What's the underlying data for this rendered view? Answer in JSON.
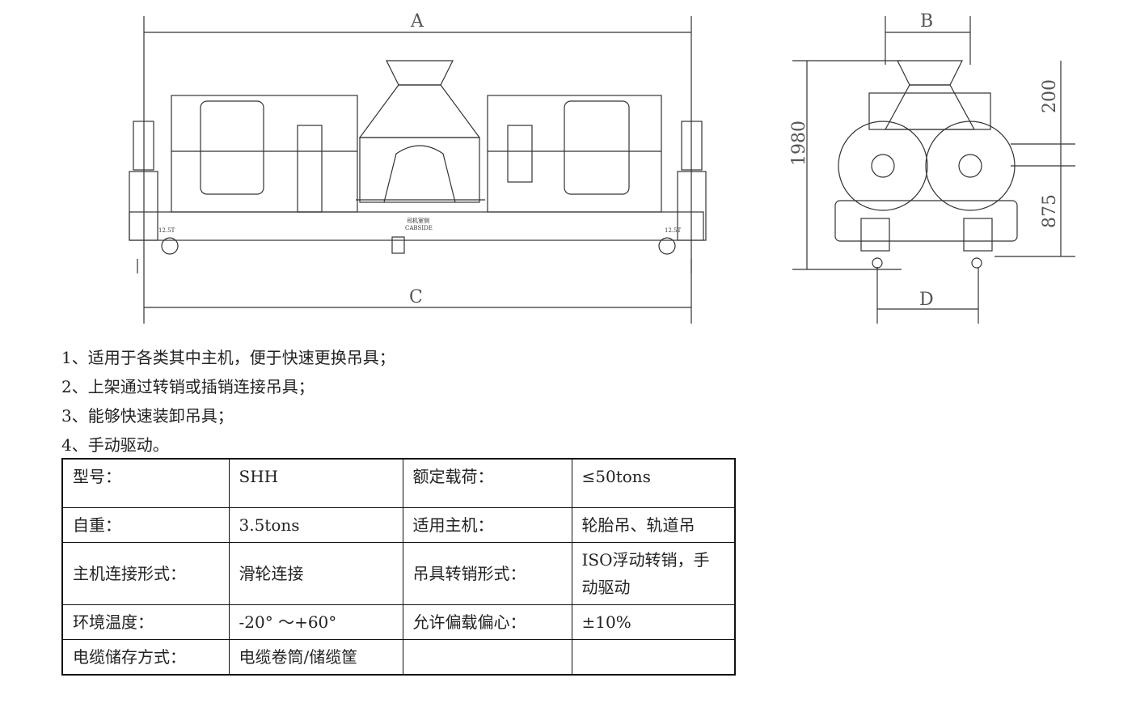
{
  "drawing": {
    "dim_labels": {
      "a": "A",
      "b": "B",
      "c": "C",
      "d": "D",
      "h_total": "1980",
      "h_top": "200",
      "h_mid": "875"
    },
    "load_label_left": "12.5T",
    "load_label_right": "12.5T",
    "cabside_cn": "司机室侧",
    "cabside_en": "CABSIDE"
  },
  "features": [
    "1、适用于各类其中主机，便于快速更换吊具；",
    "2、上架通过转销或插销连接吊具；",
    "3、能够快速装卸吊具；",
    "4、手动驱动。"
  ],
  "specs": [
    [
      "型号：",
      "SHH",
      "额定载荷：",
      "≤50tons"
    ],
    [
      "自重：",
      "3.5tons",
      "适用主机：",
      "轮胎吊、轨道吊"
    ],
    [
      "主机连接形式：",
      "滑轮连接",
      "吊具转销形式：",
      "ISO浮动转销，手动驱动"
    ],
    [
      "环境温度：",
      "-20° ～+60°",
      "允许偏载偏心：",
      "±10%"
    ],
    [
      "电缆储存方式：",
      "电缆卷筒/储缆筐",
      "",
      ""
    ]
  ]
}
